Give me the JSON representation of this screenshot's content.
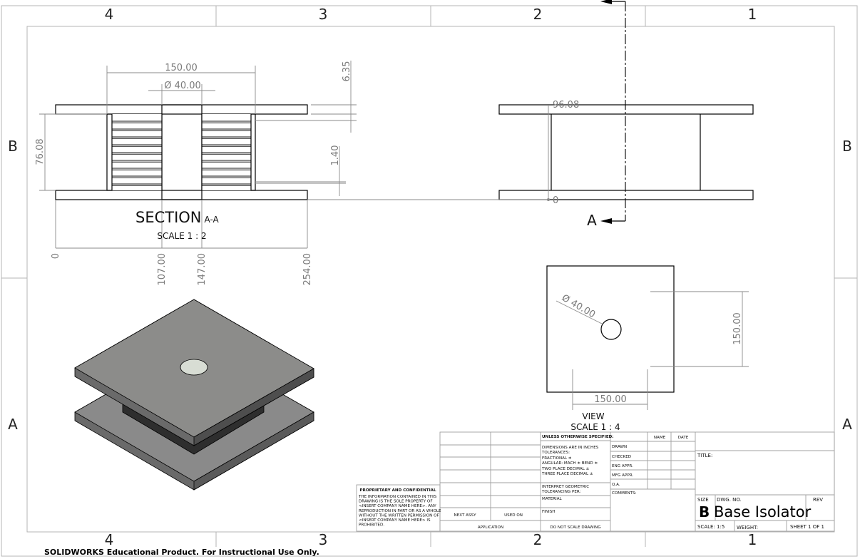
{
  "zones": {
    "columns_top": [
      "4",
      "3",
      "2",
      "1"
    ],
    "columns_bottom": [
      "4",
      "3",
      "2",
      "1"
    ],
    "rows": [
      "B",
      "A"
    ]
  },
  "section_view": {
    "title": "SECTION",
    "title_suffix": "A-A",
    "scale": "SCALE 1 : 2",
    "dims": {
      "width": "150.00",
      "diameter": "Ø 40.00",
      "height": "76.08",
      "plate_thickness": "6.35",
      "layer_thickness": "1.40",
      "ordinates": [
        "0",
        "107.00",
        "147.00",
        "254.00"
      ]
    }
  },
  "side_view": {
    "ordinates": [
      "96.08",
      "0"
    ],
    "section_label": "A"
  },
  "top_view": {
    "title": "VIEW",
    "scale": "SCALE 1 : 4",
    "dims": {
      "diameter": "Ø 40.00",
      "height": "150.00",
      "width": "150.00"
    }
  },
  "title_block": {
    "unless": "UNLESS OTHERWISE SPECIFIED:",
    "tolerances": [
      "DIMENSIONS ARE IN INCHES",
      "TOLERANCES:",
      "FRACTIONAL ±",
      "ANGULAR: MACH ±    BEND ±",
      "TWO PLACE DECIMAL    ±",
      "THREE PLACE DECIMAL   ±"
    ],
    "interpret": [
      "INTERPRET GEOMETRIC",
      "TOLERANCING PER:"
    ],
    "material": "MATERIAL",
    "finish": "FINISH",
    "next_assy": "NEXT ASSY",
    "used_on": "USED ON",
    "application": "APPLICATION",
    "do_not_scale": "DO NOT SCALE DRAWING",
    "name": "NAME",
    "date": "DATE",
    "roles": [
      "DRAWN",
      "CHECKED",
      "ENG APPR.",
      "MFG APPR.",
      "Q.A."
    ],
    "comments": "COMMENTS:",
    "title_label": "TITLE:",
    "size_label": "SIZE",
    "size": "B",
    "dwg_no_label": "DWG.  NO.",
    "dwg_no": "Base Isolator",
    "rev_label": "REV",
    "scale": "SCALE: 1:5",
    "weight": "WEIGHT:",
    "sheet": "SHEET 1 OF 1",
    "proprietary_title": "PROPRIETARY AND CONFIDENTIAL",
    "proprietary_text": [
      "THE INFORMATION CONTAINED IN THIS",
      "DRAWING IS THE SOLE PROPERTY OF",
      "<INSERT COMPANY NAME HERE>.  ANY",
      "REPRODUCTION IN PART OR AS A WHOLE",
      "WITHOUT THE WRITTEN PERMISSION OF",
      "<INSERT COMPANY NAME HERE> IS",
      "PROHIBITED."
    ]
  },
  "watermark": "SOLIDWORKS Educational Product. For Instructional Use Only."
}
